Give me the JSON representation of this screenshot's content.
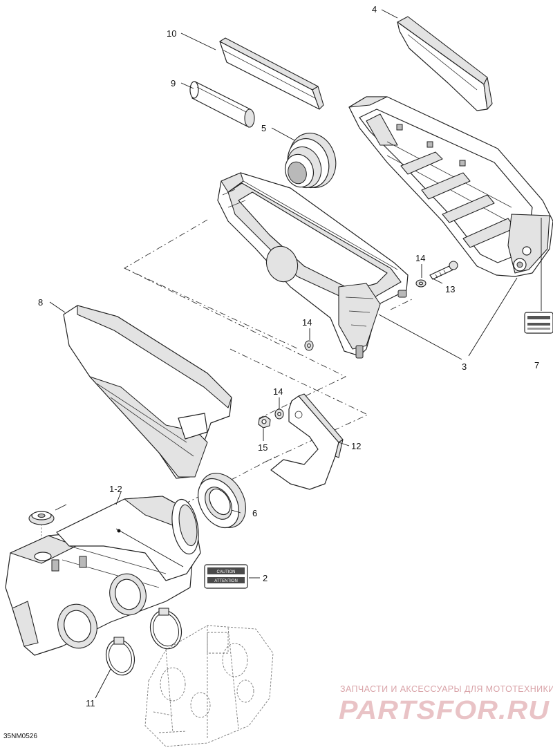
{
  "callouts": [
    {
      "id": "c1-2",
      "label": "1-2"
    },
    {
      "id": "c2",
      "label": "2"
    },
    {
      "id": "c3",
      "label": "3"
    },
    {
      "id": "c4",
      "label": "4"
    },
    {
      "id": "c5",
      "label": "5"
    },
    {
      "id": "c6",
      "label": "6"
    },
    {
      "id": "c7",
      "label": "7"
    },
    {
      "id": "c8",
      "label": "8"
    },
    {
      "id": "c9",
      "label": "9"
    },
    {
      "id": "c10",
      "label": "10"
    },
    {
      "id": "c11",
      "label": "11"
    },
    {
      "id": "c12",
      "label": "12"
    },
    {
      "id": "c13",
      "label": "13"
    },
    {
      "id": "c14a",
      "label": "14"
    },
    {
      "id": "c14b",
      "label": "14"
    },
    {
      "id": "c14c",
      "label": "14"
    },
    {
      "id": "c15",
      "label": "15"
    }
  ],
  "figure_id": "35NM0526",
  "watermark": {
    "tagline": "ЗАПЧАСТИ И АКСЕССУАРЫ ДЛЯ МОТОТЕХНИКИ",
    "logo": "PARTSFOR.RU",
    "color": "#e9c3c6"
  },
  "label_decal": {
    "line1": "CAUTION",
    "line2": "ATTENTION"
  }
}
